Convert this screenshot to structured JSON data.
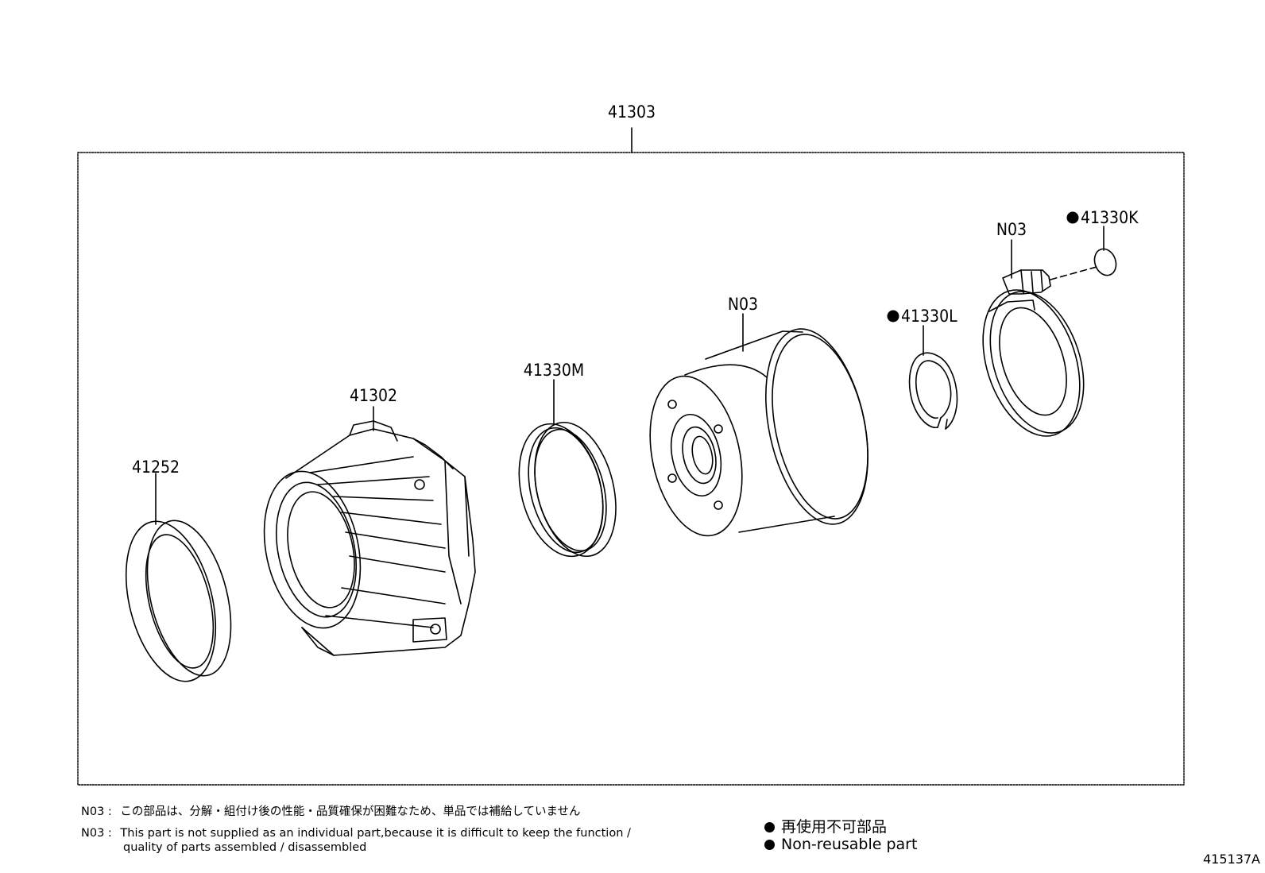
{
  "assembly_label": "41303",
  "parts": [
    {
      "id": "41252",
      "label": "41252",
      "non_reusable": false
    },
    {
      "id": "41302",
      "label": "41302",
      "non_reusable": false
    },
    {
      "id": "41330M",
      "label": "41330M",
      "non_reusable": false
    },
    {
      "id": "N03-drum",
      "label": "N03",
      "non_reusable": false
    },
    {
      "id": "41330L",
      "label": "41330L",
      "non_reusable": true
    },
    {
      "id": "N03-sensor",
      "label": "N03",
      "non_reusable": false
    },
    {
      "id": "41330K",
      "label": "41330K",
      "non_reusable": true
    }
  ],
  "notes": {
    "jp_prefix": "N03 :",
    "jp_text": "この部品は、分解・組付け後の性能・品質確保が困難なため、単品では補給していません",
    "en_prefix": "N03 :",
    "en_line1": "This part is not supplied as an individual part,because it is difficult to keep the function /",
    "en_line2": "quality of parts assembled / disassembled"
  },
  "legend": {
    "jp": "再使用不可部品",
    "en": "Non-reusable part"
  },
  "figure_code": "415137A"
}
